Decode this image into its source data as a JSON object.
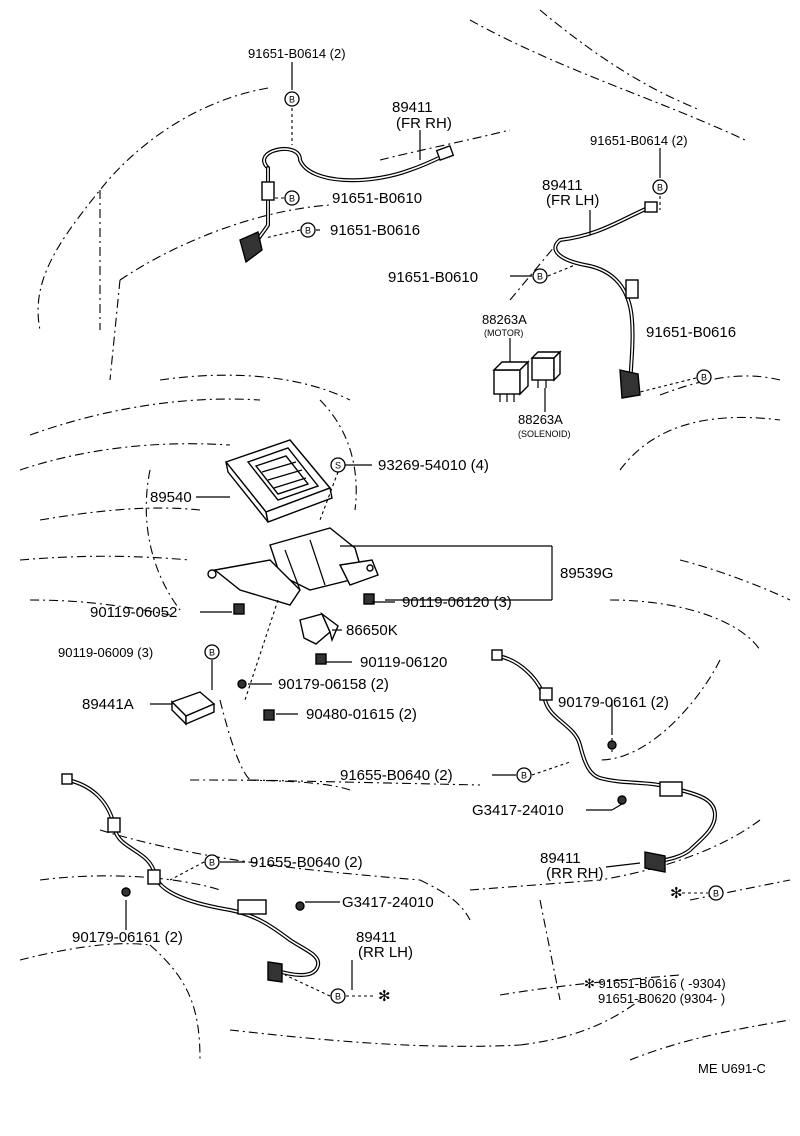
{
  "diagram": {
    "code": "ME U691-C",
    "labels": {
      "top_bolt_pair": "91651-B0614 (2)",
      "fr_rh_no": "89411",
      "fr_rh_pos": "(FR RH)",
      "fr_rh_bolt1": "91651-B0610",
      "fr_rh_bolt2": "91651-B0616",
      "right_bolt_pair": "91651-B0614 (2)",
      "fr_lh_no": "89411",
      "fr_lh_pos": "(FR LH)",
      "fr_lh_bolt1": "91651-B0610",
      "fr_lh_bolt2": "91651-B0616",
      "relay_motor_no": "88263A",
      "relay_motor_tag": "(MOTOR)",
      "relay_sol_no": "88263A",
      "relay_sol_tag": "(SOLENOID)",
      "screw_4": "93269-54010 (4)",
      "ecu": "89540",
      "bracket": "89539G",
      "bolt_06052": "90119-06052",
      "bolt_06120_3": "90119-06120 (3)",
      "bolt_06009": "90119-06009 (3)",
      "sensor_86650k": "86650K",
      "bolt_06120": "90119-06120",
      "nut_06158": "90179-06158 (2)",
      "module_89441a": "89441A",
      "bolt_01615": "90480-01615 (2)",
      "nut_06161_r": "90179-06161 (2)",
      "bolt_b0640_r": "91655-B0640 (2)",
      "clip_24010_r": "G3417-24010",
      "rr_rh_no": "89411",
      "rr_rh_pos": "(RR RH)",
      "bolt_b0640_l": "91655-B0640 (2)",
      "clip_24010_l": "G3417-24010",
      "nut_06161_l": "90179-06161 (2)",
      "rr_lh_no": "89411",
      "rr_lh_pos": "(RR LH)",
      "note_mark": "✻",
      "note_line1": "✻ 91651-B0616 (        -9304)",
      "note_line2": "91651-B0620 (9304-        )"
    },
    "symbols": {
      "bolt": "B",
      "screw": "S",
      "asterisk": "✻"
    }
  }
}
